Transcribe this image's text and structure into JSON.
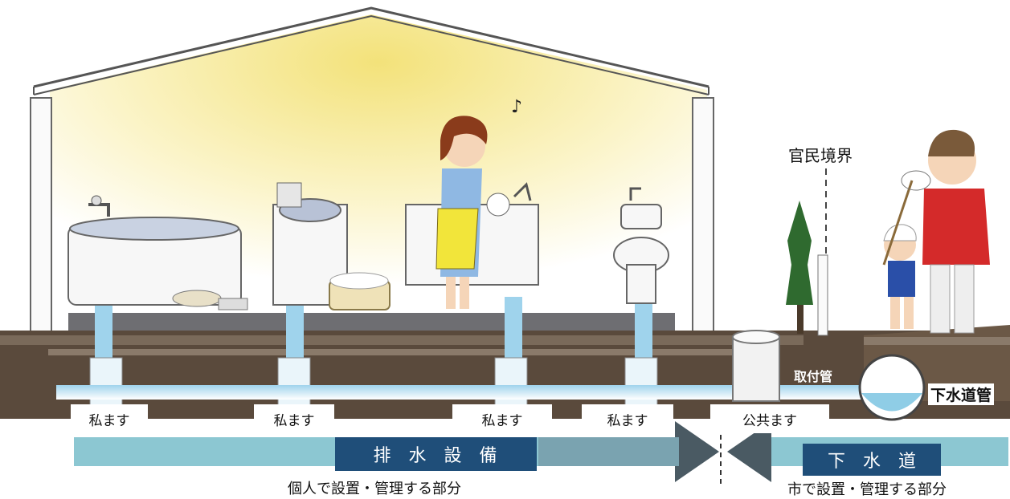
{
  "labels": {
    "boundary": "官民境界",
    "attach_pipe": "取付管",
    "sewer_main": "下水道管",
    "private_inlets": [
      "私ます",
      "私ます",
      "私ます",
      "私ます"
    ],
    "public_inlet": "公共ます"
  },
  "banners": {
    "private_section": "排水設備",
    "public_section": "下水道"
  },
  "captions": {
    "private_responsibility": "個人で設置・管理する部分",
    "public_responsibility": "市で設置・管理する部分"
  },
  "colors": {
    "banner": "#1f4e79",
    "arrow_band": "#8cc7d2",
    "arrow_head": "#4a5a63",
    "pipe": "#cfe9f5",
    "ground": "#5a4a3c"
  }
}
